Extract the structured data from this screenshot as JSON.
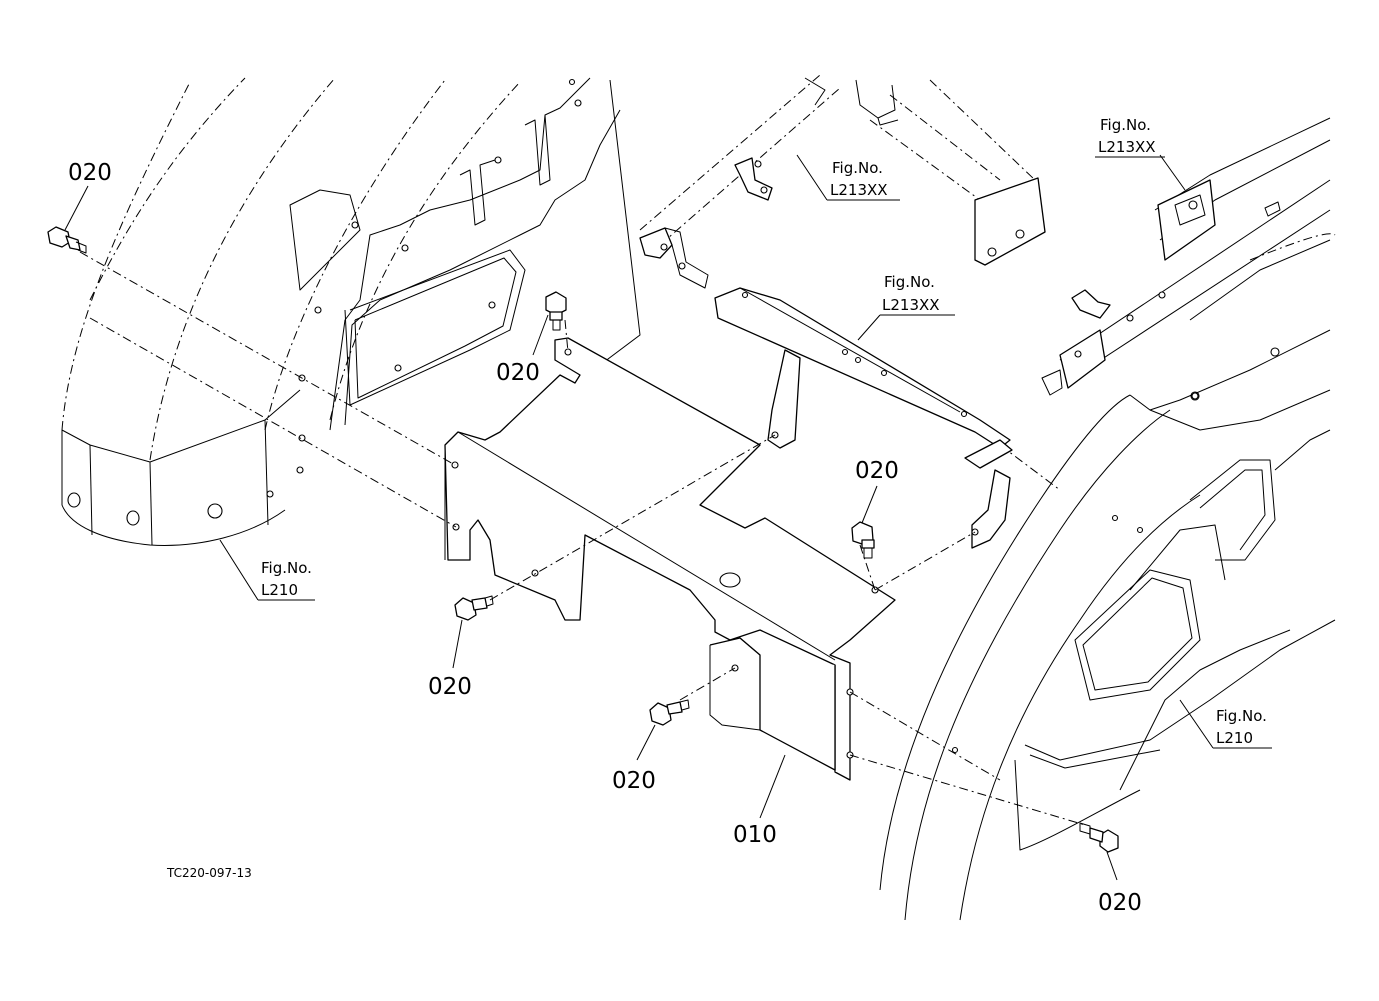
{
  "callouts": {
    "part_010": "010",
    "bolt_020_top_left": "020",
    "bolt_020_upper_mid": "020",
    "bolt_020_lower_left": "020",
    "bolt_020_lower_mid": "020",
    "bolt_020_center_right": "020",
    "bolt_020_bottom_right": "020"
  },
  "figure_refs": {
    "top_center": {
      "line1": "Fig.No.",
      "line2": "L213XX"
    },
    "top_right": {
      "line1": "Fig.No.",
      "line2": "L213XX"
    },
    "mid_center": {
      "line1": "Fig.No.",
      "line2": "L213XX"
    },
    "left": {
      "line1": "Fig.No.",
      "line2": "L210"
    },
    "right": {
      "line1": "Fig.No.",
      "line2": "L210"
    }
  },
  "drawing_code": "TC220-097-13"
}
